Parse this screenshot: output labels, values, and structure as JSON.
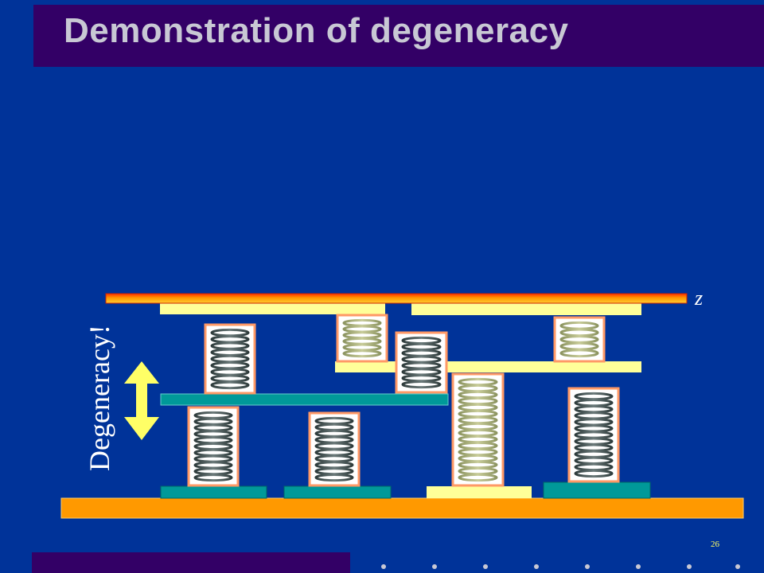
{
  "slide": {
    "title": "Demonstration of degeneracy",
    "page_number": "26"
  },
  "diagram": {
    "axis_label": "z",
    "degeneracy_label": "Degeneracy!"
  },
  "colors": {
    "background": "#003399",
    "title_bar": "#330066",
    "title_text": "#c8c8d4",
    "slab_yellow": "#ffff99",
    "slab_teal": "#009999",
    "base_orange": "#ff9900",
    "spring_frame": "#ff9966",
    "arrow_yellow": "#ffff66",
    "page_number": "#ffff66"
  }
}
